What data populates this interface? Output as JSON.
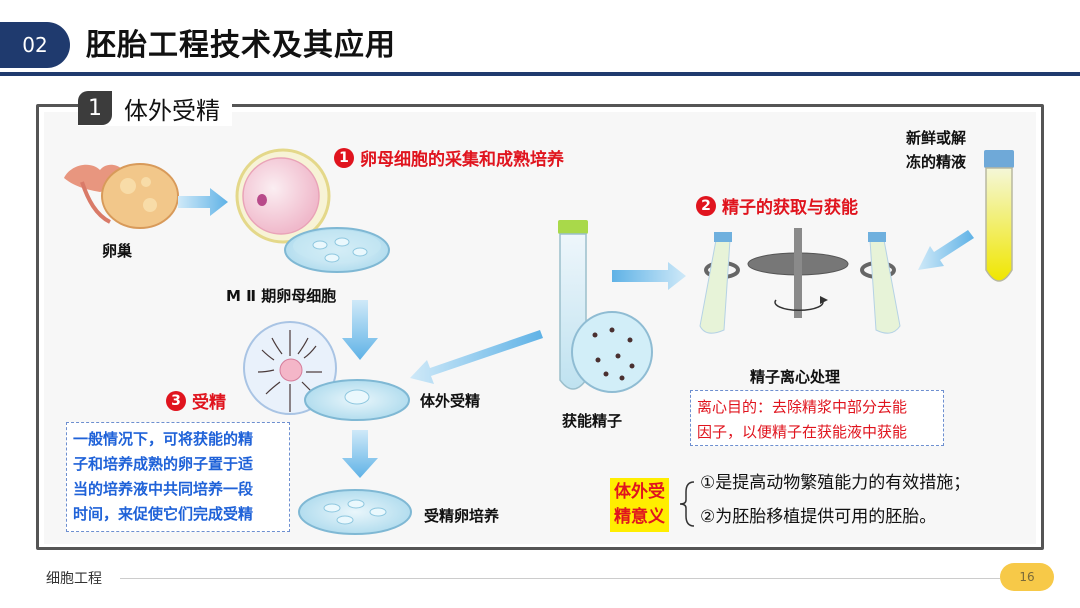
{
  "header": {
    "badge": "02",
    "title": "胚胎工程技术及其应用"
  },
  "section": {
    "number": "1",
    "label": "体外受精"
  },
  "steps": [
    {
      "number": "1",
      "label": "卵母细胞的采集和成熟培养"
    },
    {
      "number": "2",
      "label": "精子的获取与获能"
    },
    {
      "number": "3",
      "label": "受精"
    }
  ],
  "labels": {
    "ovary": "卵巢",
    "oocyte": "M Ⅱ 期卵母细胞",
    "semen_line1": "新鲜或解",
    "semen_line2": "冻的精液",
    "centrifuge": "精子离心处理",
    "capacitated_sperm": "获能精子",
    "in_vitro": "体外受精",
    "zygote_culture": "受精卵培养"
  },
  "notes": {
    "centrifuge_line1": "离心目的：去除精浆中部分去能",
    "centrifuge_line2": "因子，以便精子在获能液中获能",
    "fertilization_lines": [
      "一般情况下，可将获能的精",
      "子和培养成熟的卵子置于适",
      "当的培养液中共同培养一段",
      "时间，来促使它们完成受精"
    ]
  },
  "significance": {
    "label_line1": "体外受",
    "label_line2": "精意义",
    "items": [
      "①是提高动物繁殖能力的有效措施；",
      "②为胚胎移植提供可用的胚胎。"
    ]
  },
  "footer": {
    "course": "细胞工程",
    "page": "16"
  },
  "colors": {
    "header": "#1f3a6e",
    "step_red": "#e0141e",
    "note_blue": "#1f62d8",
    "highlight_yellow": "#ffee00",
    "arrow_blue": "#7cc0ea"
  }
}
